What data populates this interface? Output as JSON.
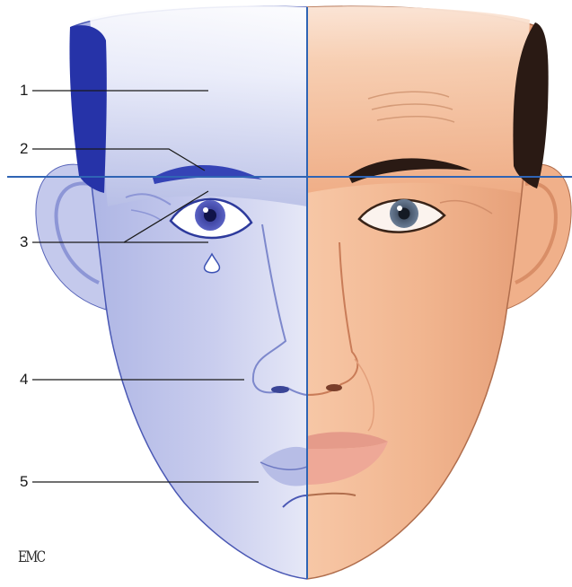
{
  "labels": [
    {
      "id": "1",
      "text": "1"
    },
    {
      "id": "2",
      "text": "2"
    },
    {
      "id": "3",
      "text": "3"
    },
    {
      "id": "4",
      "text": "4"
    },
    {
      "id": "5",
      "text": "5"
    }
  ],
  "logo": "EMC",
  "colors": {
    "guide_line": "#2f64b4",
    "left_half_skin": "#b9bfe6",
    "right_half_skin": "#f0b893",
    "hair": "#2a1a14",
    "label_text": "#1a1a1a"
  }
}
